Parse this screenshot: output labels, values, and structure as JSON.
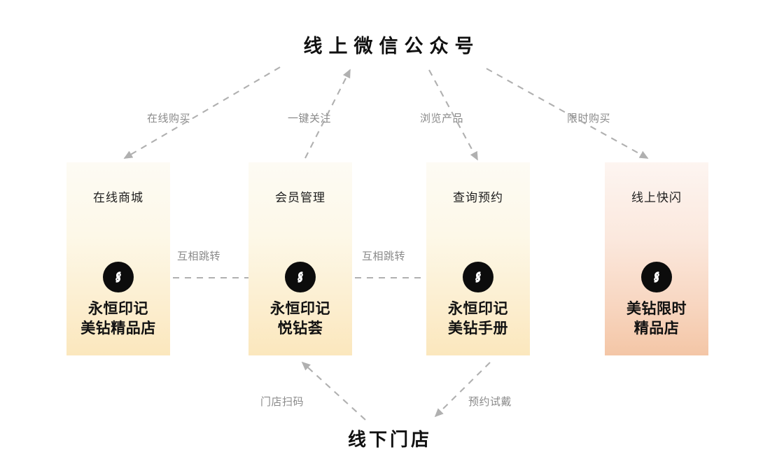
{
  "diagram": {
    "top_title": "线上微信公众号",
    "bottom_title": "线下门店",
    "cards": [
      {
        "title": "在线商城",
        "icon": "wechat-miniprogram-icon",
        "name_line1": "永恒印记",
        "name_line2": "美钻精品店",
        "theme": "warm",
        "gradient_top": "#fdfbf4",
        "gradient_bottom": "#fbe7bd"
      },
      {
        "title": "会员管理",
        "icon": "wechat-miniprogram-icon",
        "name_line1": "永恒印记",
        "name_line2": "悦钻荟",
        "theme": "warm",
        "gradient_top": "#fdfbf4",
        "gradient_bottom": "#fbe7bd"
      },
      {
        "title": "查询预约",
        "icon": "wechat-miniprogram-icon",
        "name_line1": "永恒印记",
        "name_line2": "美钻手册",
        "theme": "warm",
        "gradient_top": "#fdfbf4",
        "gradient_bottom": "#fbe7bd"
      },
      {
        "title": "线上快闪",
        "icon": "wechat-miniprogram-icon",
        "name_line1": "美钻限时",
        "name_line2": "精品店",
        "theme": "peach",
        "gradient_top": "#fdf5f1",
        "gradient_bottom": "#f4c6a6"
      }
    ],
    "top_connectors": [
      {
        "label": "在线购买",
        "direction": "down-left"
      },
      {
        "label": "一键关注",
        "direction": "up-right"
      },
      {
        "label": "浏览产品",
        "direction": "down"
      },
      {
        "label": "限时购买",
        "direction": "down-right"
      }
    ],
    "middle_connectors": [
      {
        "label": "互相跳转",
        "direction": "bidirectional"
      },
      {
        "label": "互相跳转",
        "direction": "bidirectional"
      }
    ],
    "bottom_connectors": [
      {
        "label": "门店扫码",
        "direction": "up-left"
      },
      {
        "label": "预约试戴",
        "direction": "down-left"
      }
    ],
    "colors": {
      "arrow": "#b0b0b0",
      "label_text": "#8a8a8a",
      "title_text": "#111111",
      "icon_bg": "#0c0c0c",
      "icon_fg": "#ffffff",
      "background": "#ffffff"
    }
  }
}
